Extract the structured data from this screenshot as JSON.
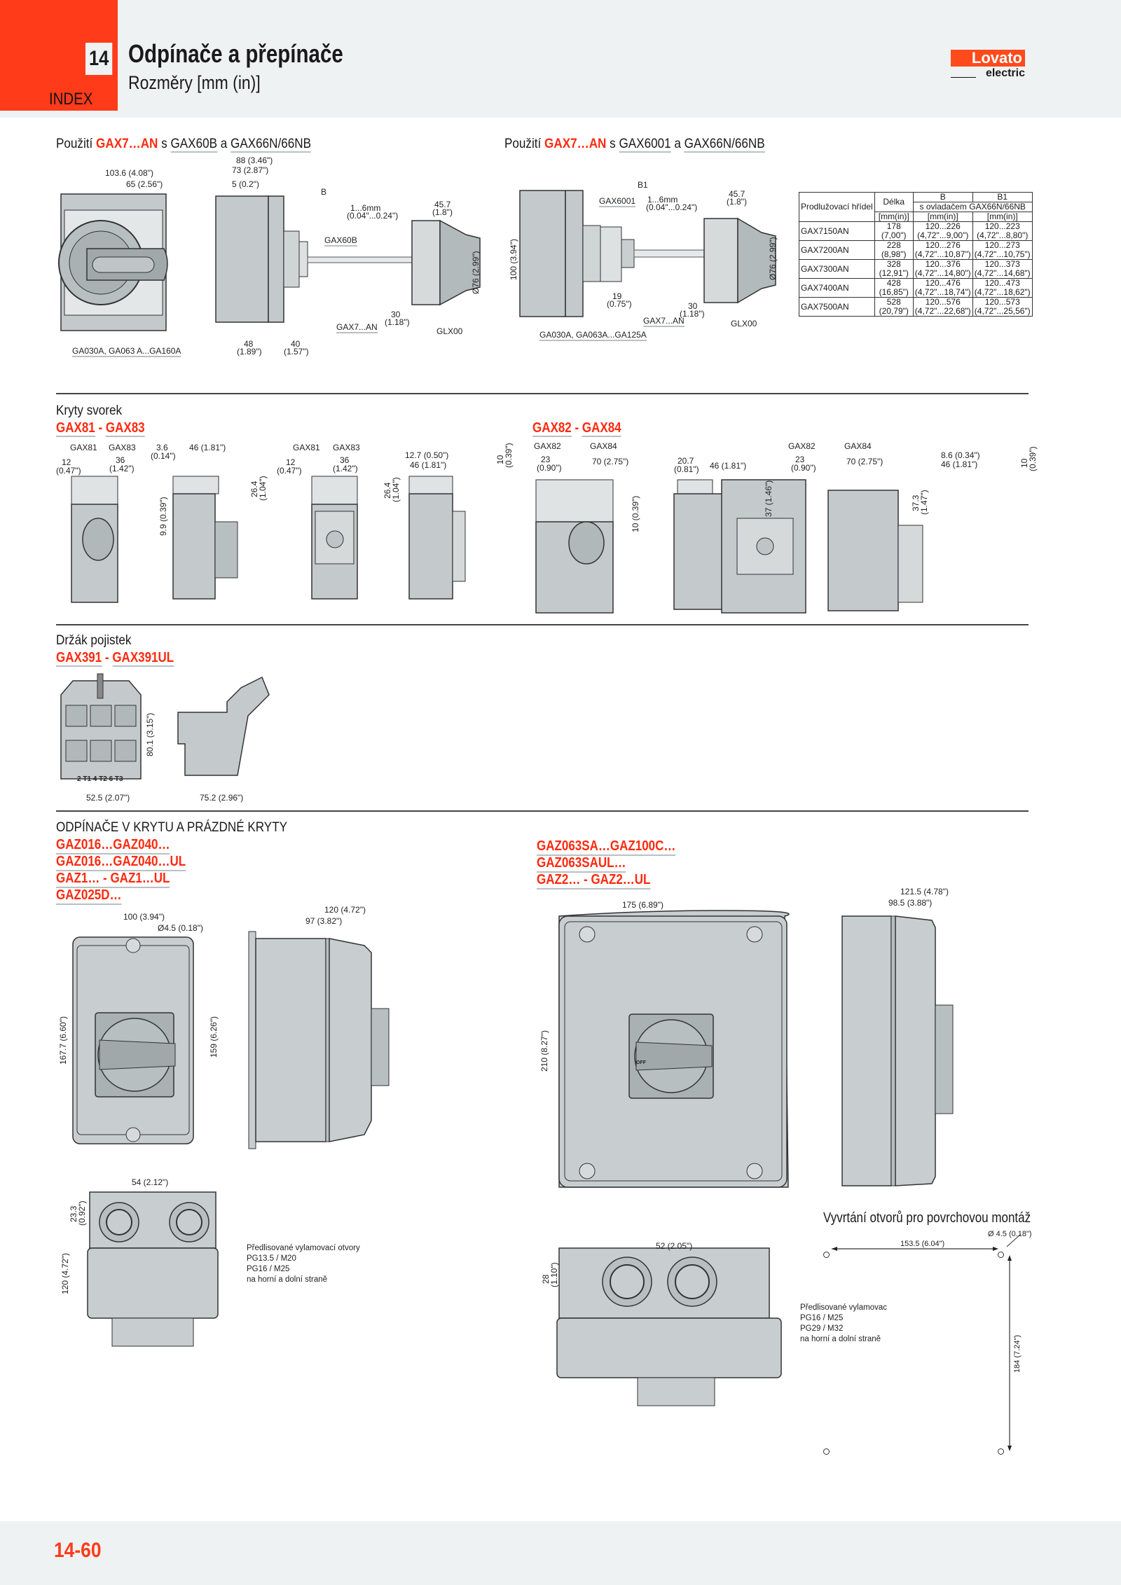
{
  "header": {
    "chapter_number": "14",
    "index_label": "INDEX",
    "title": "Odpínače a přepínače",
    "subtitle": "Rozměry [mm (in)]",
    "brand": "Lovato",
    "brand_sub": "electric",
    "brand_color": "#ff4a1c"
  },
  "section1": {
    "left": {
      "title_pre": "Použití ",
      "title_red": "GAX7…AN",
      "title_mid": " s ",
      "title_p1": "GAX60B",
      "title_and": " a ",
      "title_p2": "GAX66N/66NB",
      "dims": {
        "d103": "103.6 (4.08\")",
        "d65": "65 (2.56\")",
        "d88": "88 (3.46\")",
        "d73": "73 (2.87\")",
        "d5": "5 (0.2\")",
        "dB": "B",
        "d16": "1...6mm",
        "d16in": "(0.04\"...0.24\")",
        "d457": "45.7",
        "d457in": "(1.8\")",
        "d76": "Ø76 (2.99\")",
        "d30": "30",
        "d30in": "(1.18\")",
        "d48": "48",
        "d48in": "(1.89\")",
        "d40": "40",
        "d40in": "(1.57\")"
      },
      "labels": {
        "gax60b": "GAX60B",
        "gax7an": "GAX7...AN",
        "glx00": "GLX00",
        "ga_range": "GA030A, GA063 A...GA160A"
      }
    },
    "right": {
      "title_pre": "Použití ",
      "title_red": "GAX7…AN",
      "title_mid": " s ",
      "title_p1": "GAX6001",
      "title_and": " a ",
      "title_p2": "GAX66N/66NB",
      "dims": {
        "dB1": "B1",
        "d16": "1...6mm",
        "d16in": "(0.04\"...0.24\")",
        "d457": "45.7",
        "d457in": "(1.8\")",
        "d100": "100 (3.94\")",
        "d76": "Ø76 (2.99\")",
        "d19": "19",
        "d19in": "(0.75\")",
        "d30": "30",
        "d30in": "(1.18\")"
      },
      "labels": {
        "gax6001": "GAX6001",
        "gax7an": "GAX7...AN",
        "glx00": "GLX00",
        "ga_range": "GA030A, GA063A...GA125A"
      }
    },
    "table": {
      "h_shaft": "Prodlužovací hřídel",
      "h_length": "Délka",
      "h_b": "B",
      "h_b1": "B1",
      "h_with": "s ovladačem GAX66N/66NB",
      "h_unit": "[mm(in)]",
      "rows": [
        {
          "code": "GAX7150AN",
          "len": "178",
          "len_in": "(7,00\")",
          "b": "120...226",
          "b_in": "(4,72\"...9,00\")",
          "b1": "120...223",
          "b1_in": "(4,72\"...8,80\")"
        },
        {
          "code": "GAX7200AN",
          "len": "228",
          "len_in": "(8,98\")",
          "b": "120...276",
          "b_in": "(4,72\"...10,87\")",
          "b1": "120...273",
          "b1_in": "(4,72\"...10,75\")"
        },
        {
          "code": "GAX7300AN",
          "len": "328",
          "len_in": "(12,91\")",
          "b": "120...376",
          "b_in": "(4,72\"...14,80\")",
          "b1": "120...373",
          "b1_in": "(4,72\"...14,68\")"
        },
        {
          "code": "GAX7400AN",
          "len": "428",
          "len_in": "(16,85\")",
          "b": "120...476",
          "b_in": "(4,72\"...18,74\")",
          "b1": "120...473",
          "b1_in": "(4,72\"...18,62\")"
        },
        {
          "code": "GAX7500AN",
          "len": "528",
          "len_in": "(20,79\")",
          "b": "120...576",
          "b_in": "(4,72\"...22,68\")",
          "b1": "120...573",
          "b1_in": "(4,72\"...25,56\")"
        }
      ]
    }
  },
  "section2": {
    "title": "Kryty svorek",
    "left": {
      "head_a": "GAX81",
      "head_sep": " - ",
      "head_b": "GAX83",
      "lbl_a": "GAX81",
      "lbl_b": "GAX83",
      "d12": "12",
      "d12in": "(0.47\")",
      "d36": "36",
      "d36in": "(1.42\")",
      "d36a": "3.6",
      "d36ain": "(0.14\")",
      "d46": "46 (1.81\")",
      "d99": "9.9 (0.39\")",
      "d264": "26.4",
      "d264in": "(1.04\")",
      "d127": "12.7 (0.50\")",
      "d10": "10",
      "d10in": "(0.39\")"
    },
    "right": {
      "head_a": "GAX82",
      "head_sep": " - ",
      "head_b": "GAX84",
      "lbl_a": "GAX82",
      "lbl_b": "GAX84",
      "d23": "23",
      "d23in": "(0.90\")",
      "d70": "70 (2.75\")",
      "d207": "20.7",
      "d207in": "(0.81\")",
      "d46": "46 (1.81\")",
      "d10": "10 (0.39\")",
      "d37": "37 (1.46\")",
      "d86": "8.6 (0.34\")",
      "d373": "37.3",
      "d373in": "(1.47\")",
      "d10b": "10",
      "d10bin": "(0.39\")"
    }
  },
  "section3": {
    "title": "Držák pojistek",
    "head_a": "GAX391",
    "head_sep": " - ",
    "head_b": "GAX391UL",
    "d801": "80.1 (3.15\")",
    "d525": "52.5 (2.07\")",
    "d752": "75.2 (2.96\")",
    "terminals": "2 T1  4 T2  6 T3"
  },
  "section4": {
    "title": "ODPÍNAČE V KRYTU A PRÁZDNÉ KRYTY",
    "left_heads": [
      "GAZ016…GAZ040…",
      "GAZ016…GAZ040…UL",
      "GAZ1… - GAZ1…UL",
      "GAZ025D…"
    ],
    "right_heads": [
      "GAZ063SA…GAZ100C…",
      "GAZ063SAUL…",
      "GAZ2… - GAZ2…UL"
    ],
    "left": {
      "d100": "100 (3.94\")",
      "d45": "Ø4.5 (0.18\")",
      "d1677": "167.7 (6.60\")",
      "d159": "159 (6.26\")",
      "d120": "120 (4.72\")",
      "d97": "97 (3.82\")",
      "d54": "54 (2.12\")",
      "d233": "23.3",
      "d233in": "(0.92\")",
      "d120v": "120 (4.72\")",
      "note": [
        "Předlisované vylamovací otvory",
        "PG13.5 / M20",
        "PG16 / M25",
        "na horní a dolní straně"
      ]
    },
    "right": {
      "d175": "175 (6.89\")",
      "d210": "210 (8.27\")",
      "d1215": "121.5 (4.78\")",
      "d985": "98.5 (3.88\")",
      "d52": "52 (2.05\")",
      "d28": "28",
      "d28in": "(1.10\")",
      "note": [
        "Předlisované vylamovac",
        "PG16 / M25",
        "PG29 / M32",
        "na horní a dolní straně"
      ],
      "off_label": "OFF"
    },
    "drill": {
      "title": "Vyvrtání otvorů pro povrchovou montáž",
      "d1535": "153.5 (6.04\")",
      "d45": "Ø 4.5 (0.18\")",
      "d184": "184 (7.24\")"
    }
  },
  "footer": {
    "page_number": "14-60"
  }
}
